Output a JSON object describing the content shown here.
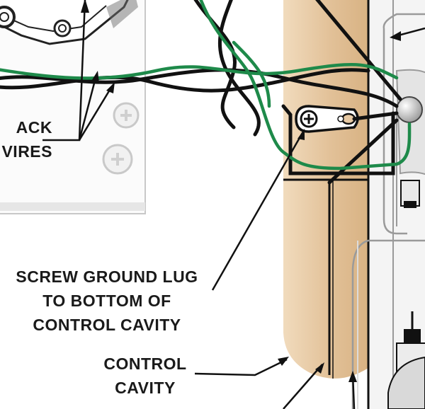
{
  "diagram": {
    "labels": {
      "black_wires": [
        "ACK",
        "VIRES"
      ],
      "ground_lug": [
        "SCREW GROUND LUG",
        "TO BOTTOM OF",
        "CONTROL CAVITY"
      ],
      "control_cavity": [
        "CONTROL",
        "CAVITY"
      ]
    },
    "colors": {
      "wire_black": "#111111",
      "wire_green": "#1e8a4a",
      "wood": "#e7c9a3",
      "panel": "#f3f3f3",
      "outline": "#9a9a9a"
    }
  }
}
